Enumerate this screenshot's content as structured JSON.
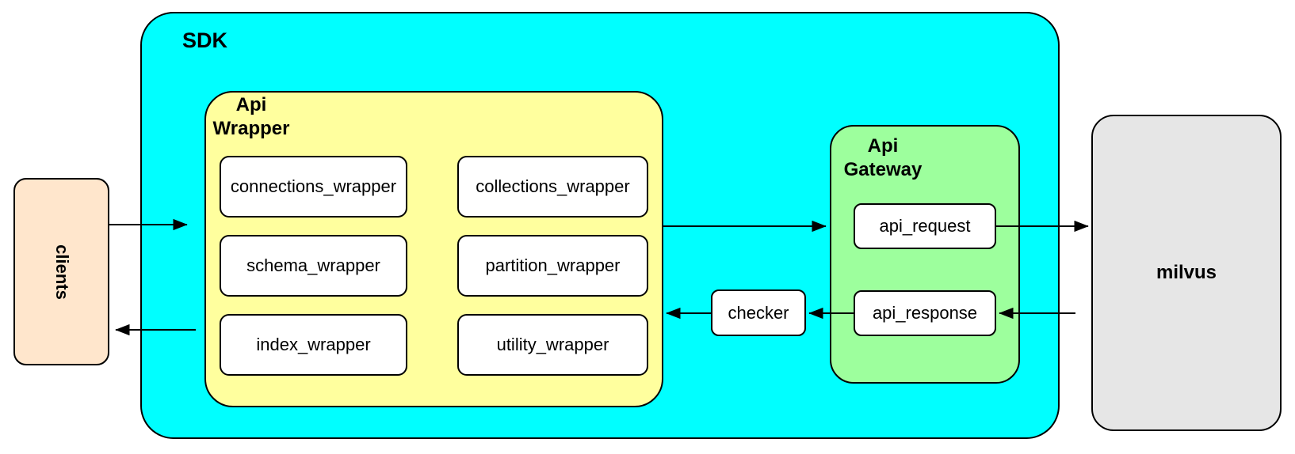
{
  "diagram": {
    "clients": {
      "label": "clients"
    },
    "sdk": {
      "label": "SDK",
      "api_wrapper": {
        "label": "Api\nWrapper",
        "boxes": [
          {
            "label": "connections_wrapper"
          },
          {
            "label": "collections_wrapper"
          },
          {
            "label": "schema_wrapper"
          },
          {
            "label": "partition_wrapper"
          },
          {
            "label": "index_wrapper"
          },
          {
            "label": "utility_wrapper"
          }
        ]
      },
      "checker": {
        "label": "checker"
      },
      "api_gateway": {
        "label": "Api\nGateway",
        "request": {
          "label": "api_request"
        },
        "response": {
          "label": "api_response"
        }
      }
    },
    "milvus": {
      "label": "milvus"
    },
    "colors": {
      "sdk_fill": "#00ffff",
      "api_wrapper_fill": "#ffff9e",
      "api_gateway_fill": "#9dff9d",
      "clients_fill": "#ffe6cc",
      "milvus_fill": "#e6e6e6",
      "node_fill": "#ffffff",
      "border": "#000000"
    }
  }
}
